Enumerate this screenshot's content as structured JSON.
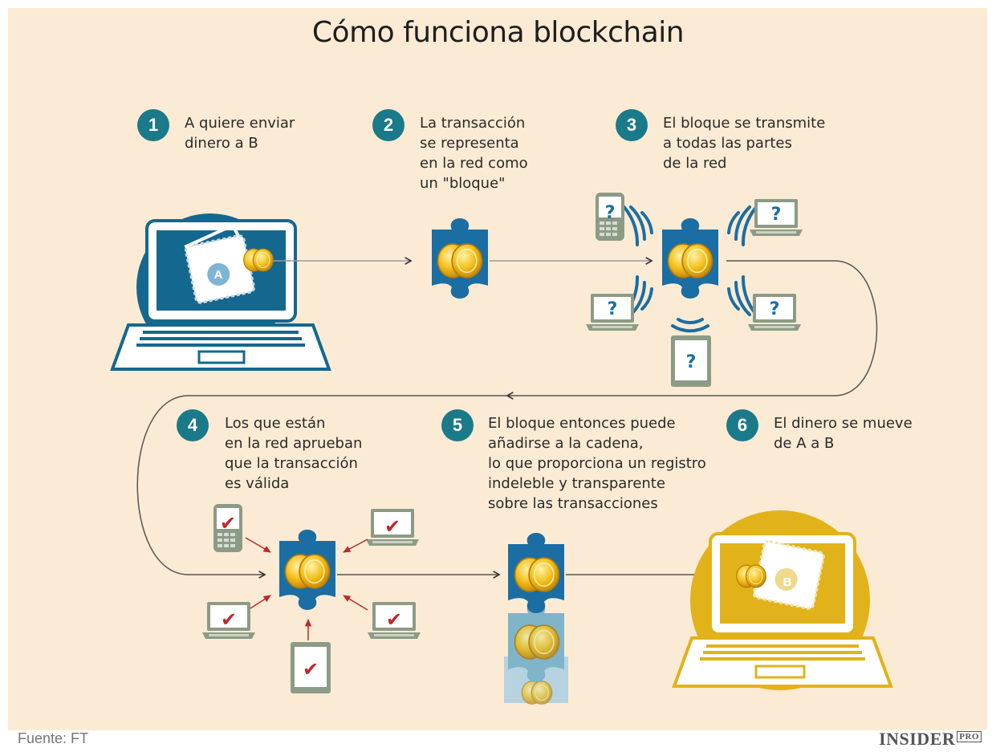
{
  "title": "Cómo funciona blockchain",
  "steps": [
    {
      "num": "1",
      "text": "A quiere enviar\ndinero a B"
    },
    {
      "num": "2",
      "text": "La transacción\nse representa\nen la red como\nun \"bloque\""
    },
    {
      "num": "3",
      "text": "El bloque se transmite\na todas las partes\nde la red"
    },
    {
      "num": "4",
      "text": "Los que están\nen la red aprueban\nque la transacción\nes válida"
    },
    {
      "num": "5",
      "text": "El bloque entonces puede\nañadirse a la cadena,\nlo que proporciona un registro\nindeleble y transparente\nsobre las transacciones"
    },
    {
      "num": "6",
      "text": "El dinero se mueve\nde A a B"
    }
  ],
  "wallet_a_letter": "A",
  "wallet_b_letter": "B",
  "question_mark": "?",
  "check_mark": "✔",
  "source": "Fuente: FT",
  "brand": {
    "name": "INSIDER",
    "suffix": "PRO"
  },
  "colors": {
    "background": "#fcebd4",
    "teal": "#1b7a8a",
    "block_blue": "#1a6ea3",
    "chain_light": "#7fb4c9",
    "gold": "#e2b21a",
    "gray_green": "#8c9b86",
    "check_red": "#c0272d"
  }
}
